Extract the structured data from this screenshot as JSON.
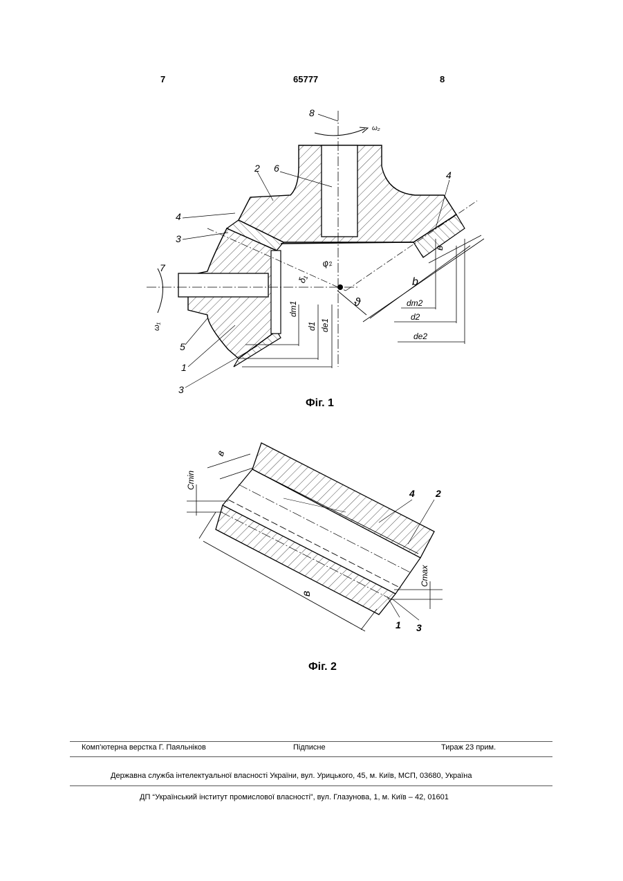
{
  "header": {
    "left_page": "7",
    "patent_number": "65777",
    "right_page": "8"
  },
  "fig1": {
    "caption": "Фіг. 1",
    "labels": {
      "l8": "8",
      "omega2": "ω₂",
      "l2": "2",
      "l6": "6",
      "l4_left": "4",
      "l4_right": "4",
      "l3_top": "3",
      "l7": "7",
      "omega1": "ω₁",
      "l5": "5",
      "l1": "1",
      "l3_bottom": "3",
      "phi": "φ₂",
      "delta": "δ₁",
      "theta": "ϑ",
      "dm1": "dm1",
      "d1": "d1",
      "de1": "de1",
      "b_small": "в",
      "b_big": "b",
      "dm2": "dm2",
      "d2": "d2",
      "de2": "de2"
    }
  },
  "fig2": {
    "caption": "Фіг. 2",
    "labels": {
      "cmin": "Cmin",
      "b_top": "в",
      "l4": "4",
      "l2": "2",
      "b_bottom": "в",
      "cmax": "Cmax",
      "l1": "1",
      "l3": "3"
    }
  },
  "footer": {
    "typesetting": "Комп’ютерна верстка Г. Паяльніков",
    "subscription": "Підписне",
    "circulation": "Тираж 23 прим.",
    "service": "Державна служба інтелектуальної власності України, вул. Урицького, 45, м. Київ, МСП, 03680, Україна",
    "institute": "ДП “Український інститут промислової власності”, вул. Глазунова, 1, м. Київ – 42, 01601"
  }
}
